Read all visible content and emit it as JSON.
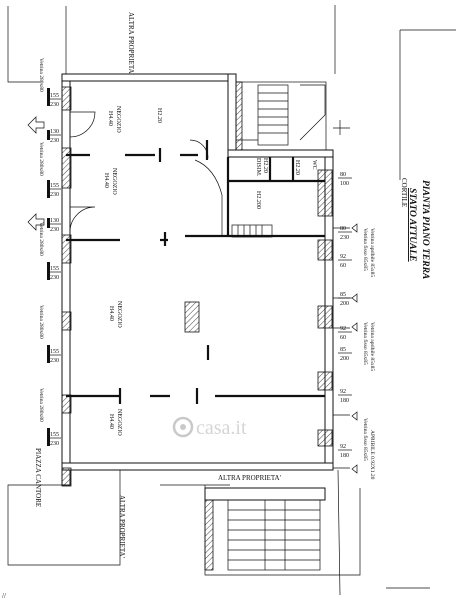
{
  "title": {
    "line1": "PIANTA PIANO TERRA",
    "line2": "STATO ATTUALE"
  },
  "labels": {
    "altra_proprieta_top": "ALTRA PROPRIETA'",
    "altra_proprieta_bottom": "ALTRA PROPRIETA'",
    "altra_proprieta_center": "ALTRA PROPRIETA'",
    "cortile": "CORTILE",
    "piazza": "PIAZZA CANTORE",
    "watermark": "casa.it",
    "corner_mark": "//"
  },
  "rooms": [
    {
      "name": "NEGOZIO",
      "height": "H4.40"
    },
    {
      "name": "H2.20",
      "height": ""
    },
    {
      "name": "NEGOZIO",
      "height": "H4.40"
    },
    {
      "name": "H2.200",
      "height": ""
    },
    {
      "name": "DISIM.",
      "height": "H2.20"
    },
    {
      "name": "WC",
      "height": "H2.20"
    },
    {
      "name": "NEGOZIO",
      "height": "H4.40"
    },
    {
      "name": "NEGOZIO",
      "height": "H4.40"
    }
  ],
  "left_windows": [
    {
      "label": "Vetrina 280x80",
      "w": "155",
      "h": "230"
    },
    {
      "label": "Vetrina 280x80",
      "w": "155",
      "h": "230"
    },
    {
      "label": "Vetrina 280x80",
      "w": "155",
      "h": "230"
    },
    {
      "label": "Vetrina 280x80",
      "w": "155",
      "h": "230"
    },
    {
      "label": "Vetrina 280x80",
      "w": "155",
      "h": "230"
    }
  ],
  "door_dims": [
    {
      "w": "130",
      "h": "230"
    },
    {
      "w": "130",
      "h": "230"
    }
  ],
  "right_dims": [
    {
      "a": "80",
      "b": "100"
    },
    {
      "a": "80",
      "b": "230"
    },
    {
      "a": "92",
      "b": "60"
    },
    {
      "a": "85",
      "b": "200"
    },
    {
      "a": "92",
      "b": "60"
    },
    {
      "a": "85",
      "b": "200"
    },
    {
      "a": "92",
      "b": "180"
    },
    {
      "a": "92",
      "b": "180"
    }
  ],
  "right_windows": [
    "Vetrina fisso 85x85",
    "Vetrina apribile 85x85",
    "Vetrina fisso 85x85",
    "Vetrina apribile 85x85",
    "Vetrina fisso 85x85",
    "APRIBILE 0.92X1.20"
  ]
}
